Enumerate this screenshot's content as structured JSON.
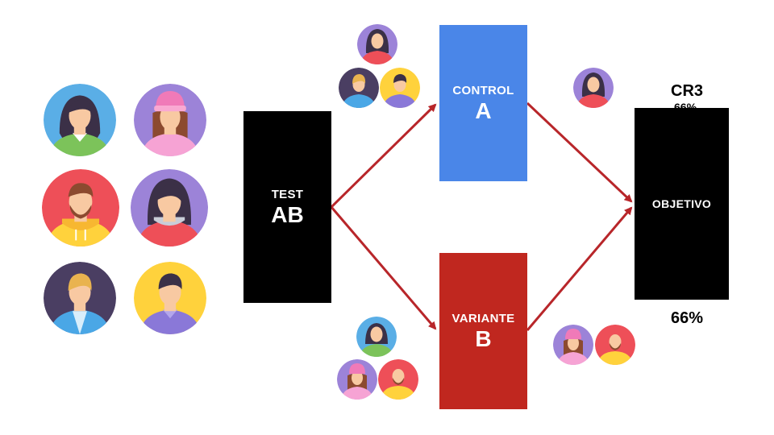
{
  "diagram": {
    "test_box": {
      "line1": "TEST",
      "line2": "AB"
    },
    "control_box": {
      "line1": "CONTROL",
      "line2": "A",
      "color": "#4a86e8"
    },
    "variant_box": {
      "line1": "VARIANTE",
      "line2": "B",
      "color": "#c0271f"
    },
    "objective_box": {
      "label": "OBJETIVO"
    },
    "conversion_label": "CR3",
    "conversion_percent": "66%",
    "arrow_color": "#b8262a"
  },
  "palette": {
    "blue_bg": "#5aaee6",
    "purple_bg": "#9c83d8",
    "red_bg": "#ee4f58",
    "navy_bg": "#4a3e62",
    "yellow_bg": "#ffd23c",
    "skin": "#f8c9a2",
    "hair_dark": "#3b3047",
    "hair_brown": "#8c4a2f",
    "hair_blond": "#e9b34f"
  },
  "icons": [
    "woman-green-shirt-icon",
    "woman-pink-beanie-icon",
    "bearded-man-yellow-hoodie-icon",
    "woman-red-hoodie-icon",
    "blond-man-blue-jacket-icon",
    "man-purple-shirt-icon"
  ]
}
